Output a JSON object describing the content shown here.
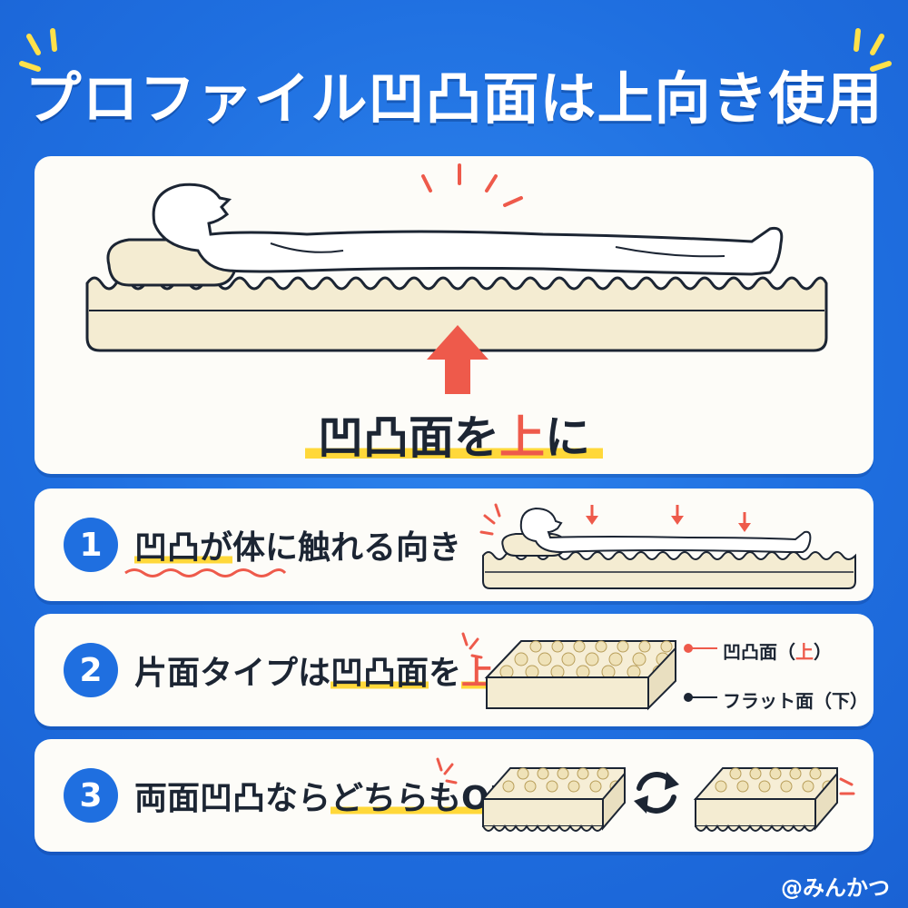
{
  "title": "プロファイル凹凸面は上向き使用",
  "hero": {
    "caption_pre": "凹凸面を",
    "caption_emph": "上",
    "caption_post": "に"
  },
  "items": [
    {
      "number": "1",
      "text_hl": "凹凸が",
      "text_rest": "体に触れる向き"
    },
    {
      "number": "2",
      "text_pre": "片面タイプは",
      "text_hl": "凹凸面",
      "text_mid": "を",
      "text_emph": "上"
    },
    {
      "number": "3",
      "text_pre": "両面凹凸なら",
      "text_hl": "どちらもOK"
    }
  ],
  "legend": {
    "top_label": "凹凸面",
    "top_paren_open": "（",
    "top_value": "上",
    "top_paren_close": "）",
    "bottom_label": "フラット面",
    "bottom_paren_open": "（",
    "bottom_value": "下",
    "bottom_paren_close": "）"
  },
  "handle": "@みんかつ",
  "colors": {
    "background": "#1f6fe0",
    "accent_red": "#ee5a4b",
    "highlight_yellow": "#ffd83a",
    "foam": "#f4ecd2",
    "outline": "#1c2533"
  },
  "icons": [
    "sparkle-icon",
    "arrow-up-icon",
    "arrow-down-icon",
    "rotate-icon",
    "at-icon"
  ]
}
